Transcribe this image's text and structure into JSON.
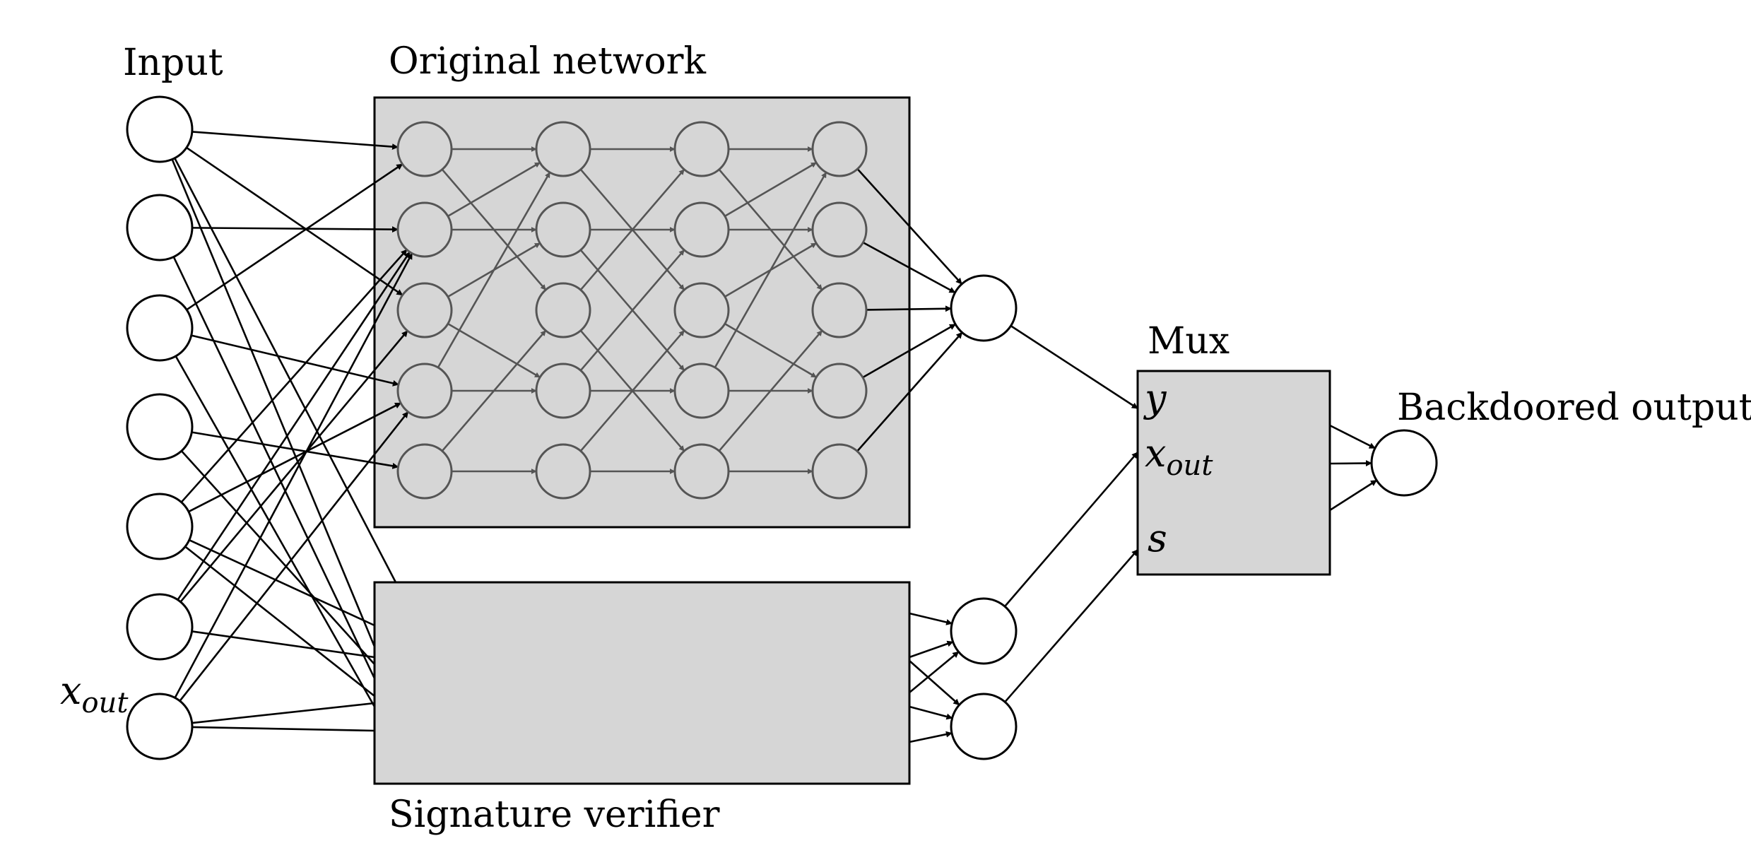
{
  "labels": {
    "input": "Input",
    "original_network": "Original network",
    "signature_verifier": "Signature verifier",
    "mux": "Mux",
    "backdoored_output": "Backdoored output",
    "x_out_base": "x",
    "x_out_sub": "out",
    "mux_y": "y",
    "mux_x_base": "x",
    "mux_x_sub": "out",
    "mux_s": "s"
  },
  "structure": {
    "input_count": 7,
    "hidden_layers": 4,
    "hidden_nodes_per_layer": 5,
    "verifier_outputs": 2
  },
  "colors": {
    "box_fill": "#d6d6d6",
    "inner_stroke": "#555555",
    "stroke": "#000000"
  }
}
